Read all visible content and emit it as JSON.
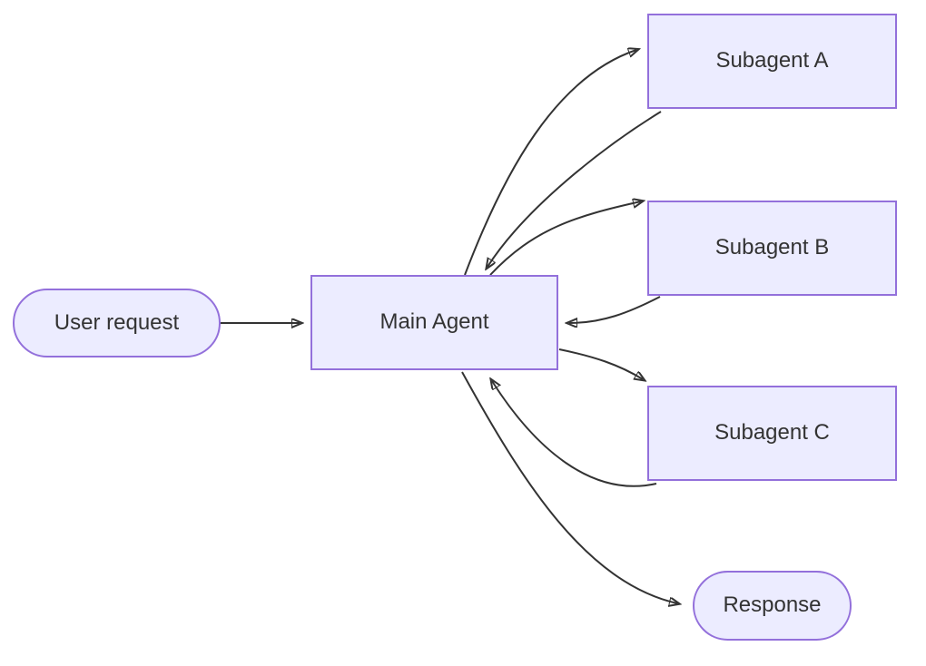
{
  "diagram": {
    "type": "flowchart",
    "direction": "left-to-right",
    "nodes": {
      "user_request": {
        "label": "User request",
        "shape": "stadium"
      },
      "main_agent": {
        "label": "Main Agent",
        "shape": "rectangle"
      },
      "subagent_a": {
        "label": "Subagent A",
        "shape": "rectangle"
      },
      "subagent_b": {
        "label": "Subagent B",
        "shape": "rectangle"
      },
      "subagent_c": {
        "label": "Subagent C",
        "shape": "rectangle"
      },
      "response": {
        "label": "Response",
        "shape": "stadium"
      }
    },
    "edges": [
      {
        "from": "user_request",
        "to": "main_agent",
        "style": "arrow"
      },
      {
        "from": "main_agent",
        "to": "subagent_a",
        "style": "arrow"
      },
      {
        "from": "subagent_a",
        "to": "main_agent",
        "style": "arrow"
      },
      {
        "from": "main_agent",
        "to": "subagent_b",
        "style": "arrow"
      },
      {
        "from": "subagent_b",
        "to": "main_agent",
        "style": "arrow"
      },
      {
        "from": "main_agent",
        "to": "subagent_c",
        "style": "arrow"
      },
      {
        "from": "subagent_c",
        "to": "main_agent",
        "style": "arrow"
      },
      {
        "from": "main_agent",
        "to": "response",
        "style": "arrow"
      }
    ],
    "colors": {
      "node_fill": "#ECECFF",
      "node_border": "#9370DB",
      "edge": "#333333",
      "text": "#333333",
      "background": "#ffffff"
    }
  }
}
